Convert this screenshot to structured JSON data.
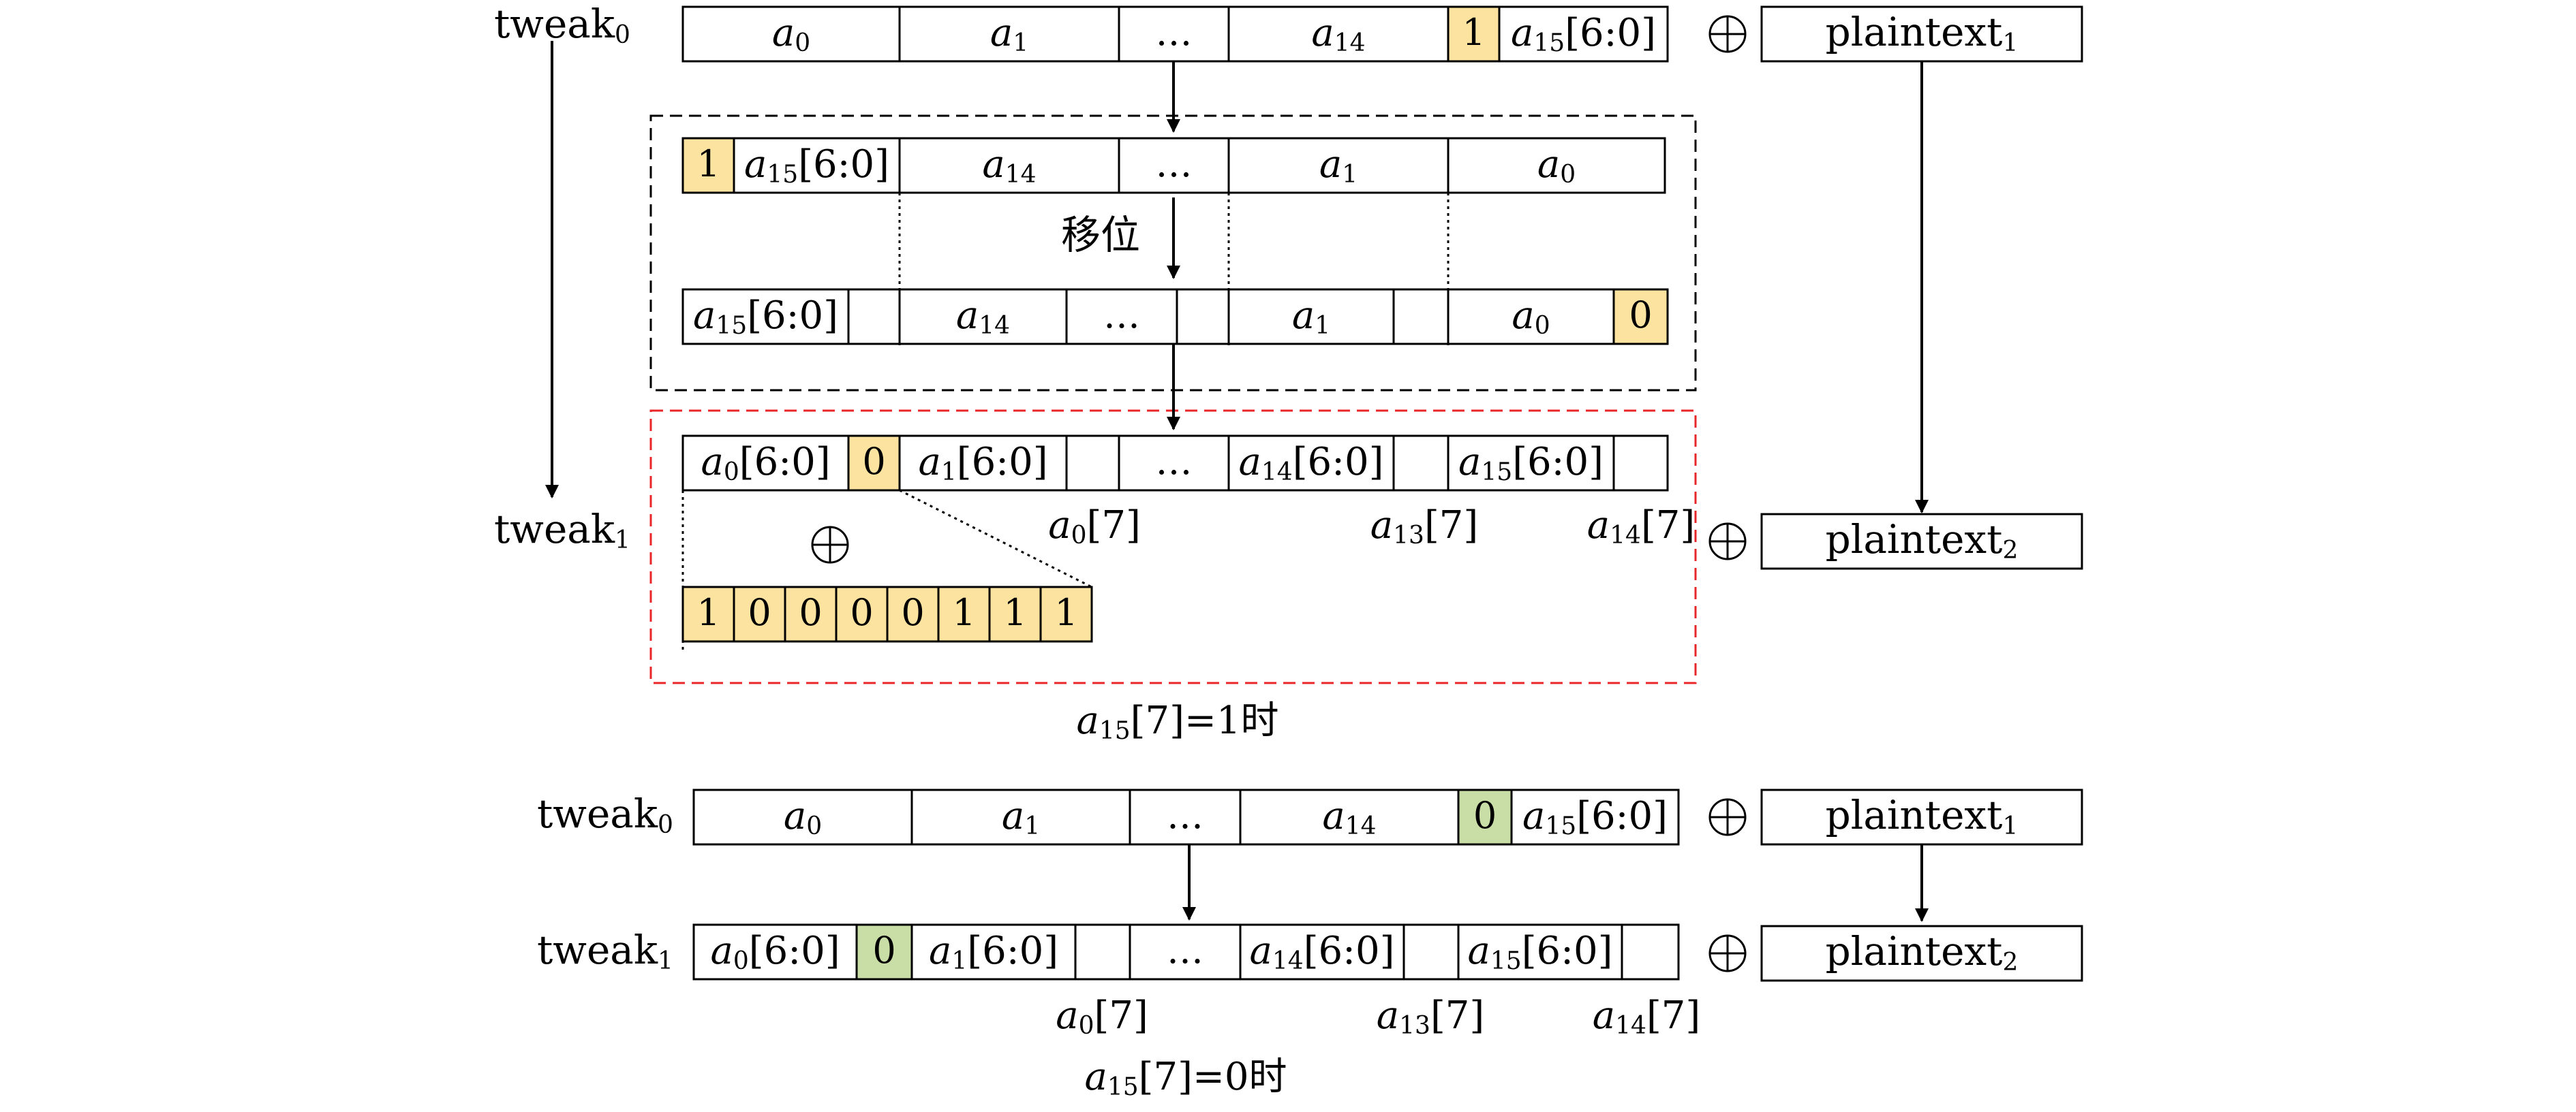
{
  "colors": {
    "highlight_yellow": "#FCE3A0",
    "highlight_green": "#C9DDA6",
    "dashed_black": "#000000",
    "dashed_red": "#E8262A",
    "stroke": "#000000"
  },
  "labels": {
    "tweak": "tweak",
    "tweak_sub0": "0",
    "tweak_sub1": "1",
    "xor_symbol": "⊕",
    "plaintext": "plaintext",
    "plaintext_sub1": "1",
    "plaintext_sub2": "2",
    "shift_label": "移位",
    "poly_bits": [
      "1",
      "0",
      "0",
      "0",
      "0",
      "1",
      "1",
      "1"
    ],
    "case1_caption": {
      "var": "a",
      "sub": "15",
      "rest": "[7]=1时"
    },
    "case2_caption": {
      "var": "a",
      "sub": "15",
      "rest": "[7]=0时"
    }
  },
  "top": {
    "row_tweak0": [
      {
        "var": "a",
        "sub": "0",
        "rest": ""
      },
      {
        "var": "a",
        "sub": "1",
        "rest": ""
      },
      {
        "text": "…"
      },
      {
        "var": "a",
        "sub": "14",
        "rest": ""
      },
      {
        "text": "1",
        "color": "yellow"
      },
      {
        "var": "a",
        "sub": "15",
        "rest": "[6:0]"
      }
    ],
    "row_reordered": [
      {
        "text": "1",
        "color": "yellow"
      },
      {
        "var": "a",
        "sub": "15",
        "rest": "[6:0]"
      },
      {
        "var": "a",
        "sub": "14",
        "rest": ""
      },
      {
        "text": "…"
      },
      {
        "var": "a",
        "sub": "1",
        "rest": ""
      },
      {
        "var": "a",
        "sub": "0",
        "rest": ""
      }
    ],
    "row_shifted": [
      {
        "var": "a",
        "sub": "15",
        "rest": "[6:0]"
      },
      {
        "text": ""
      },
      {
        "var": "a",
        "sub": "14",
        "rest": ""
      },
      {
        "text": "…"
      },
      {
        "text": ""
      },
      {
        "var": "a",
        "sub": "1",
        "rest": ""
      },
      {
        "text": ""
      },
      {
        "var": "a",
        "sub": "0",
        "rest": ""
      },
      {
        "text": "0",
        "color": "yellow"
      }
    ],
    "row_tweak1": [
      {
        "var": "a",
        "sub": "0",
        "rest": "[6:0]"
      },
      {
        "text": "0",
        "color": "yellow"
      },
      {
        "var": "a",
        "sub": "1",
        "rest": "[6:0]"
      },
      {
        "text": ""
      },
      {
        "text": "…"
      },
      {
        "var": "a",
        "sub": "14",
        "rest": "[6:0]"
      },
      {
        "text": ""
      },
      {
        "var": "a",
        "sub": "15",
        "rest": "[6:0]"
      },
      {
        "text": ""
      }
    ],
    "under_labels": [
      {
        "var": "a",
        "sub": "0",
        "rest": "[7]"
      },
      {
        "var": "a",
        "sub": "13",
        "rest": "[7]"
      },
      {
        "var": "a",
        "sub": "14",
        "rest": "[7]"
      }
    ]
  },
  "bottom": {
    "row_tweak0": [
      {
        "var": "a",
        "sub": "0",
        "rest": ""
      },
      {
        "var": "a",
        "sub": "1",
        "rest": ""
      },
      {
        "text": "…"
      },
      {
        "var": "a",
        "sub": "14",
        "rest": ""
      },
      {
        "text": "0",
        "color": "green"
      },
      {
        "var": "a",
        "sub": "15",
        "rest": "[6:0]"
      }
    ],
    "row_tweak1": [
      {
        "var": "a",
        "sub": "0",
        "rest": "[6:0]"
      },
      {
        "text": "0",
        "color": "green"
      },
      {
        "var": "a",
        "sub": "1",
        "rest": "[6:0]"
      },
      {
        "text": ""
      },
      {
        "text": "…"
      },
      {
        "var": "a",
        "sub": "14",
        "rest": "[6:0]"
      },
      {
        "text": ""
      },
      {
        "var": "a",
        "sub": "15",
        "rest": "[6:0]"
      },
      {
        "text": ""
      }
    ],
    "under_labels": [
      {
        "var": "a",
        "sub": "0",
        "rest": "[7]"
      },
      {
        "var": "a",
        "sub": "13",
        "rest": "[7]"
      },
      {
        "var": "a",
        "sub": "14",
        "rest": "[7]"
      }
    ]
  }
}
